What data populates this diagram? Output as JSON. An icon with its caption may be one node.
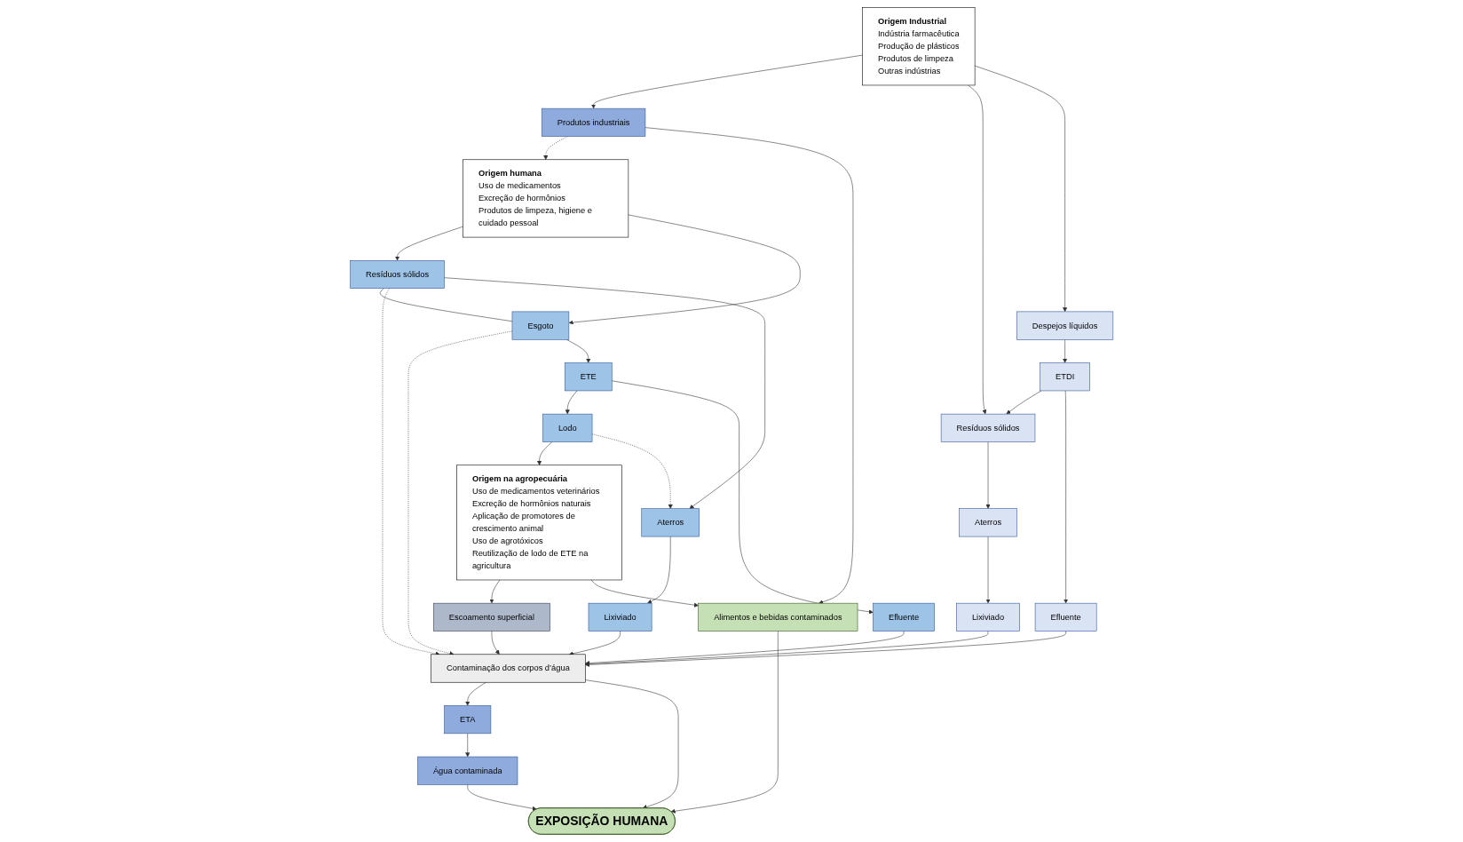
{
  "diagram": {
    "nodes": [
      {
        "text": [
          "Origem humana",
          "Uso de medicamentos",
          "Excreção de hormônios",
          "Produtos de limpeza, higiene e cuidado pessoal"
        ]
      },
      {
        "text": [
          "Origem na agropecuária",
          "Uso de medicamentos veterinários",
          "Excreção de hormônios naturais",
          "Aplicação de promotores de crescimento animal",
          "Uso de agrotóxicos",
          "Reutilização de lodo de ETE na agricultura"
        ]
      },
      {
        "text": [
          "Origem Industrial",
          "Indústria farmacêutica",
          "Produção de plásticos",
          "Produtos de limpeza",
          "Outras indústrias"
        ]
      },
      {
        "text": [
          "Resíduos sólidos"
        ]
      },
      {
        "text": [
          "Esgoto"
        ]
      },
      {
        "text": [
          "Alimentos e bebidas contaminados"
        ]
      },
      {
        "text": [
          "Produtos industriais"
        ]
      },
      {
        "text": [
          "Resíduos sólidos"
        ]
      },
      {
        "text": [
          "Despejos líquidos"
        ]
      },
      {
        "text": [
          "EXPOSIÇÃO HUMANA"
        ]
      },
      {
        "text": [
          "Água contaminada"
        ]
      },
      {
        "text": [
          "Aterros"
        ]
      },
      {
        "text": [
          "ETE"
        ]
      },
      {
        "text": [
          "Lodo"
        ]
      },
      {
        "text": [
          "Aterros"
        ]
      },
      {
        "text": [
          "ETDI"
        ]
      },
      {
        "text": [
          "Lixiviado"
        ]
      },
      {
        "text": [
          "Efluente"
        ]
      },
      {
        "text": [
          "ETA"
        ]
      },
      {
        "text": [
          "Lixiviado"
        ]
      },
      {
        "text": [
          "Efluente"
        ]
      },
      {
        "text": [
          "Escoamento superficial"
        ]
      },
      {
        "text": [
          "Contaminação dos corpos d’água"
        ]
      }
    ],
    "edges": [
      {
        "from": 0,
        "to": 3,
        "arrow": "to"
      },
      {
        "from": 0,
        "to": 4,
        "arrow": "to"
      },
      {
        "from": 3,
        "to": 4,
        "arrow": "none"
      },
      {
        "from": 3,
        "to": 22,
        "arrow": "to",
        "style": "dashed"
      },
      {
        "from": 4,
        "to": 22,
        "arrow": "to",
        "style": "dashed"
      },
      {
        "from": 3,
        "to": 11,
        "arrow": "to"
      },
      {
        "from": 4,
        "to": 12,
        "arrow": "to"
      },
      {
        "from": 12,
        "to": 13,
        "arrow": "to"
      },
      {
        "from": 13,
        "to": 1,
        "arrow": "to"
      },
      {
        "from": 13,
        "to": 11,
        "arrow": "to",
        "style": "dashed"
      },
      {
        "from": 6,
        "to": 0,
        "arrow": "to",
        "style": "dashed"
      },
      {
        "from": 11,
        "to": 16,
        "arrow": "to"
      },
      {
        "from": 12,
        "to": 17,
        "arrow": "to"
      },
      {
        "from": 16,
        "to": 22,
        "arrow": "to"
      },
      {
        "from": 17,
        "to": 22,
        "arrow": "to"
      },
      {
        "from": 1,
        "to": 21,
        "arrow": "to"
      },
      {
        "from": 21,
        "to": 22,
        "arrow": "to"
      },
      {
        "from": 1,
        "to": 5,
        "arrow": "to"
      },
      {
        "from": 2,
        "to": 6,
        "arrow": "to"
      },
      {
        "from": 6,
        "to": 5,
        "arrow": "to"
      },
      {
        "from": 5,
        "to": 9,
        "arrow": "to"
      },
      {
        "from": 10,
        "to": 9,
        "arrow": "to"
      },
      {
        "from": 18,
        "to": 10,
        "arrow": "to"
      },
      {
        "from": 22,
        "to": 18,
        "arrow": "to"
      },
      {
        "from": 22,
        "to": 9,
        "arrow": "to"
      },
      {
        "from": 2,
        "to": 7,
        "arrow": "to"
      },
      {
        "from": 2,
        "to": 8,
        "arrow": "to"
      },
      {
        "from": 7,
        "to": 14,
        "arrow": "to"
      },
      {
        "from": 14,
        "to": 19,
        "arrow": "to"
      },
      {
        "from": 19,
        "to": 22,
        "arrow": "to"
      },
      {
        "from": 8,
        "to": 15,
        "arrow": "to"
      },
      {
        "from": 15,
        "to": 7,
        "arrow": "to"
      },
      {
        "from": 15,
        "to": 20,
        "arrow": "to"
      },
      {
        "from": 20,
        "to": 22,
        "arrow": "to"
      }
    ]
  }
}
